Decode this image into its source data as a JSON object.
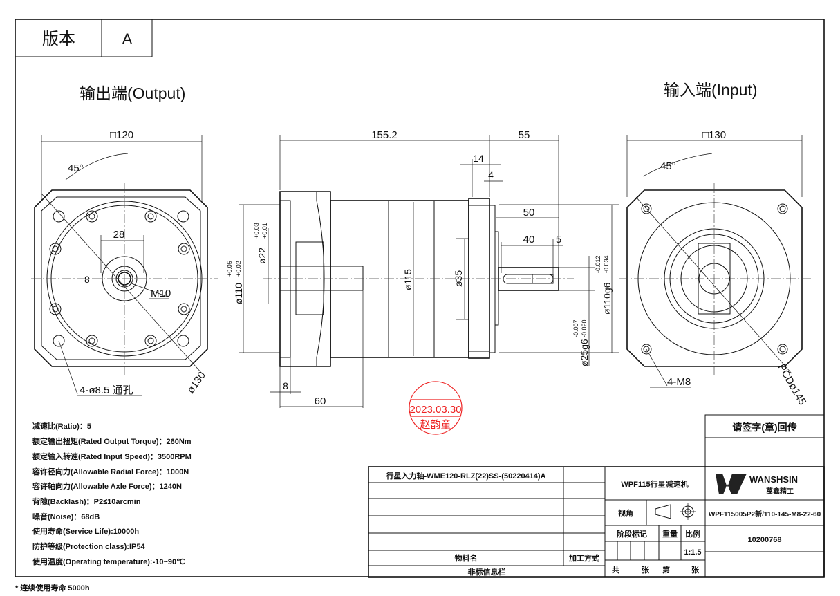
{
  "version": {
    "label": "版本",
    "value": "A"
  },
  "views": {
    "output_title": "输出端(Output)",
    "input_title": "输入端(Input)"
  },
  "output_view": {
    "square": "□120",
    "angle": "45°",
    "dim_28": "28",
    "dim_8": "8",
    "thread": "M10",
    "holes": "4-ø8.5 通孔",
    "diameter": "ø130"
  },
  "side_view": {
    "length": "155.2",
    "shaft_length": "55",
    "flange": "14",
    "step": "4",
    "dim_50": "50",
    "key_length": "40",
    "key_offset": "5",
    "d110_main": "ø110",
    "d110_tol_upper": "+0.05",
    "d110_tol_lower": "+0.02",
    "d22_main": "ø22",
    "d22_tol_upper": "+0.03",
    "d22_tol_lower": "+0.01",
    "d115": "ø115",
    "d35": "ø35",
    "d110g6_main": "ø110g6",
    "d110g6_tol_upper": "-0.012",
    "d110g6_tol_lower": "-0.034",
    "d25g6_main": "ø25g6",
    "d25g6_tol_upper": "-0.007",
    "d25g6_tol_lower": "-0.020",
    "dim_bottom_8": "8",
    "dim_60": "60"
  },
  "input_view": {
    "square": "□130",
    "angle": "45°",
    "thread": "4-M8",
    "pcd": "PCDø145"
  },
  "specs": [
    "减速比(Ratio)：5",
    "额定输出扭矩(Rated Output Torque)：260Nm",
    "额定输入转速(Rated Input Speed)：3500RPM",
    "容许径向力(Allowable Radial Force)：1000N",
    "容许轴向力(Allowable Axle Force)：1240N",
    "背隙(Backlash)：P2≤10arcmin",
    "噪音(Noise)：68dB",
    "使用寿命(Service Life):10000h",
    "防护等级(Protection class):IP54",
    "使用温度(Operating temperature):-10~90℃"
  ],
  "footnote": "* 连续使用寿命 5000h",
  "stamp": {
    "date": "2023.03.30",
    "name": "赵韵童"
  },
  "title_block": {
    "signature_label": "请签字(章)回传",
    "material_name": "行星入力轴-WME120-RLZ(22)SS-(50220414)A",
    "material_label": "物料名",
    "process_label": "加工方式",
    "nonstd_label": "非标信息栏",
    "product": "WPF115行星减速机",
    "view_angle_label": "视角",
    "stage_label": "阶段标记",
    "weight_label": "重量",
    "scale_label": "比例",
    "scale_value": "1:1.5",
    "total_label": "共",
    "sheets_label": "张",
    "sheet_no_label": "第",
    "sheet_label": "张",
    "brand": "WANSHSIN",
    "brand_cn": "萬鑫精工",
    "model_code": "WPF115005P2新/110-145-M8-22-60",
    "part_number": "10200768"
  }
}
